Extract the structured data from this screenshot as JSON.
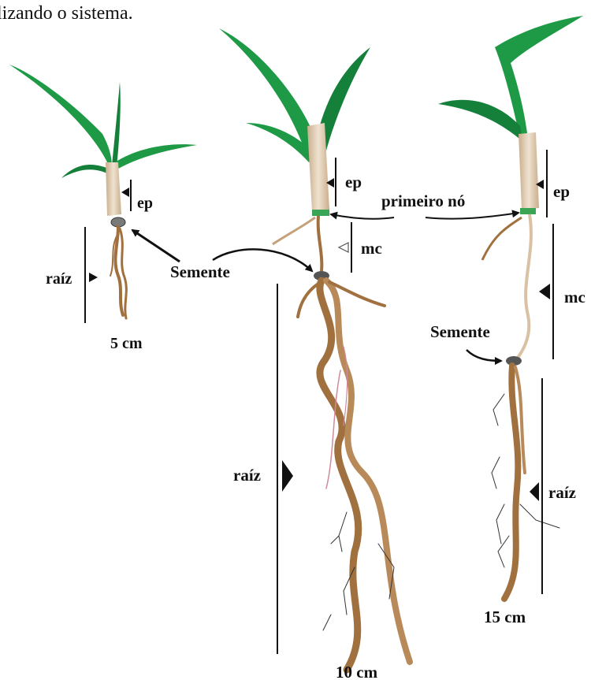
{
  "caption_partial": "lizando o sistema.",
  "plants": [
    {
      "id": "plant-5cm",
      "size_label": "5 cm",
      "labels": {
        "ep": "ep",
        "root": "raíz"
      }
    },
    {
      "id": "plant-10cm",
      "size_label": "10 cm",
      "labels": {
        "ep": "ep",
        "mc": "mc",
        "root": "raíz"
      }
    },
    {
      "id": "plant-15cm",
      "size_label": "15 cm",
      "labels": {
        "ep": "ep",
        "mc": "mc",
        "root": "raíz",
        "seed": "Semente"
      }
    }
  ],
  "shared_labels": {
    "seed": "Semente",
    "first_node": "primeiro nó"
  },
  "colors": {
    "leaf": "#1e9a46",
    "leaf_dark": "#14803a",
    "stem": "#d9c2a4",
    "root": "#a0703f",
    "root_light": "#b98a59",
    "node": "#3aa655",
    "seed": "#555555",
    "ink": "#111111",
    "root_hair": "#333333",
    "pink_root": "#d08a9a"
  }
}
